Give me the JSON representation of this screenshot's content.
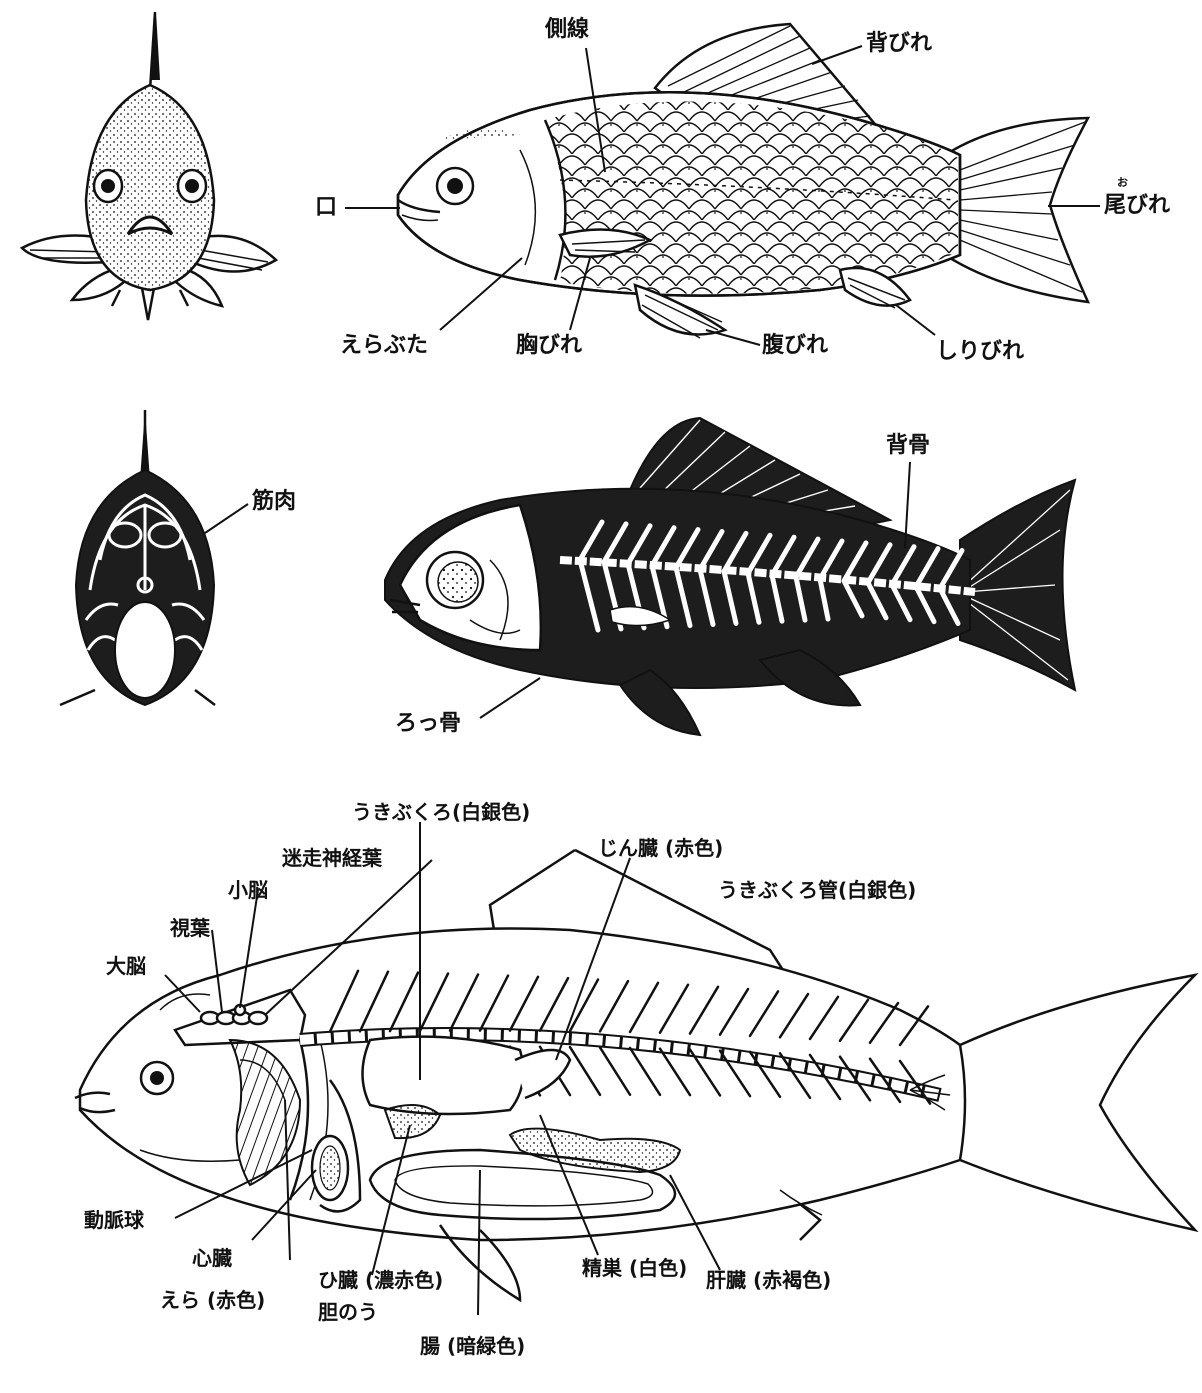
{
  "panel_external": {
    "labels": {
      "lateral_line": "側線",
      "dorsal_fin": "背びれ",
      "mouth": "口",
      "caudal_fin": "尾びれ",
      "caudal_ruby": "お",
      "operculum": "えらぶた",
      "pectoral_fin": "胸びれ",
      "pelvic_fin": "腹びれ",
      "anal_fin": "しりびれ"
    }
  },
  "panel_skeleton": {
    "labels": {
      "muscle": "筋肉",
      "backbone": "背骨",
      "rib": "ろっ骨"
    }
  },
  "panel_internal": {
    "labels": {
      "swim_bladder": "うきぶくろ(白銀色)",
      "kidney": "じん臓 (赤色)",
      "swim_bladder_duct": "うきぶくろ管(白銀色)",
      "vagal_lobe": "迷走神経葉",
      "cerebellum": "小脳",
      "optic_lobe": "視葉",
      "cerebrum": "大脳",
      "bulbus_arteriosus": "動脈球",
      "heart": "心臓",
      "gills": "えら (赤色)",
      "spleen": "ひ臓 (濃赤色)",
      "gallbladder": "胆のう",
      "intestine": "腸 (暗緑色)",
      "testis": "精巣 (白色)",
      "liver": "肝臓 (赤褐色)"
    }
  }
}
